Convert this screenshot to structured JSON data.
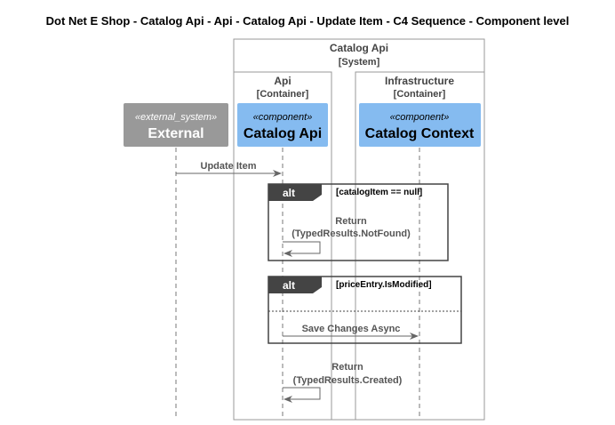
{
  "title": "Dot Net E Shop - Catalog Api - Api - Catalog Api - Update Item - C4 Sequence - Component level",
  "system_boundary": {
    "name": "Catalog Api",
    "type": "[System]"
  },
  "container_api": {
    "name": "Api",
    "type": "[Container]"
  },
  "container_infra": {
    "name": "Infrastructure",
    "type": "[Container]"
  },
  "participants": {
    "external": {
      "stereotype": "«external_system»",
      "name": "External",
      "color": "#999999"
    },
    "catalog_api": {
      "stereotype": "«component»",
      "name": "Catalog Api",
      "color": "#85BBF0"
    },
    "catalog_context": {
      "stereotype": "«component»",
      "name": "Catalog Context",
      "color": "#85BBF0"
    }
  },
  "messages": {
    "update_item": "Update Item",
    "return_not_found_1": "Return",
    "return_not_found_2": "(TypedResults.NotFound)",
    "save_changes": "Save Changes Async",
    "return_created_1": "Return",
    "return_created_2": "(TypedResults.Created)"
  },
  "fragments": {
    "alt1": {
      "keyword": "alt",
      "guard": "[catalogItem == null]"
    },
    "alt2": {
      "keyword": "alt",
      "guard": "[priceEntry.IsModified]"
    }
  },
  "colors": {
    "fragment_tab": "#444444",
    "line": "#666666",
    "text": "#555555"
  }
}
